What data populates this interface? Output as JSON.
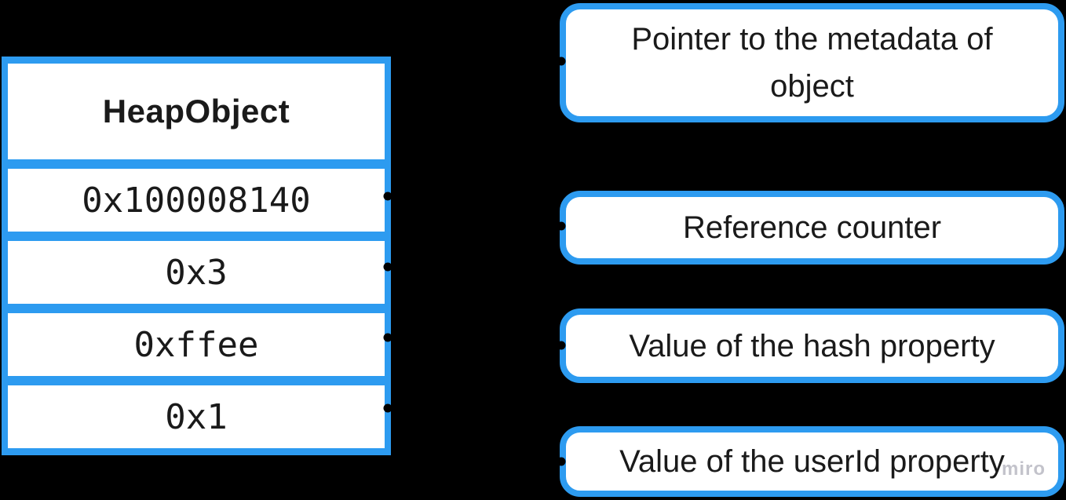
{
  "canvas": {
    "bg": "#000000",
    "accent": "#2d9bf0",
    "ink": "#1a1a1a"
  },
  "heap_table": {
    "header": "HeapObject",
    "rows": [
      "0x100008140",
      "0x3",
      "0xffee",
      "0x1"
    ]
  },
  "labels": [
    "Pointer to the metadata of object",
    "Reference counter",
    "Value of the hash property",
    "Value of the userId property"
  ],
  "watermark": "miro"
}
